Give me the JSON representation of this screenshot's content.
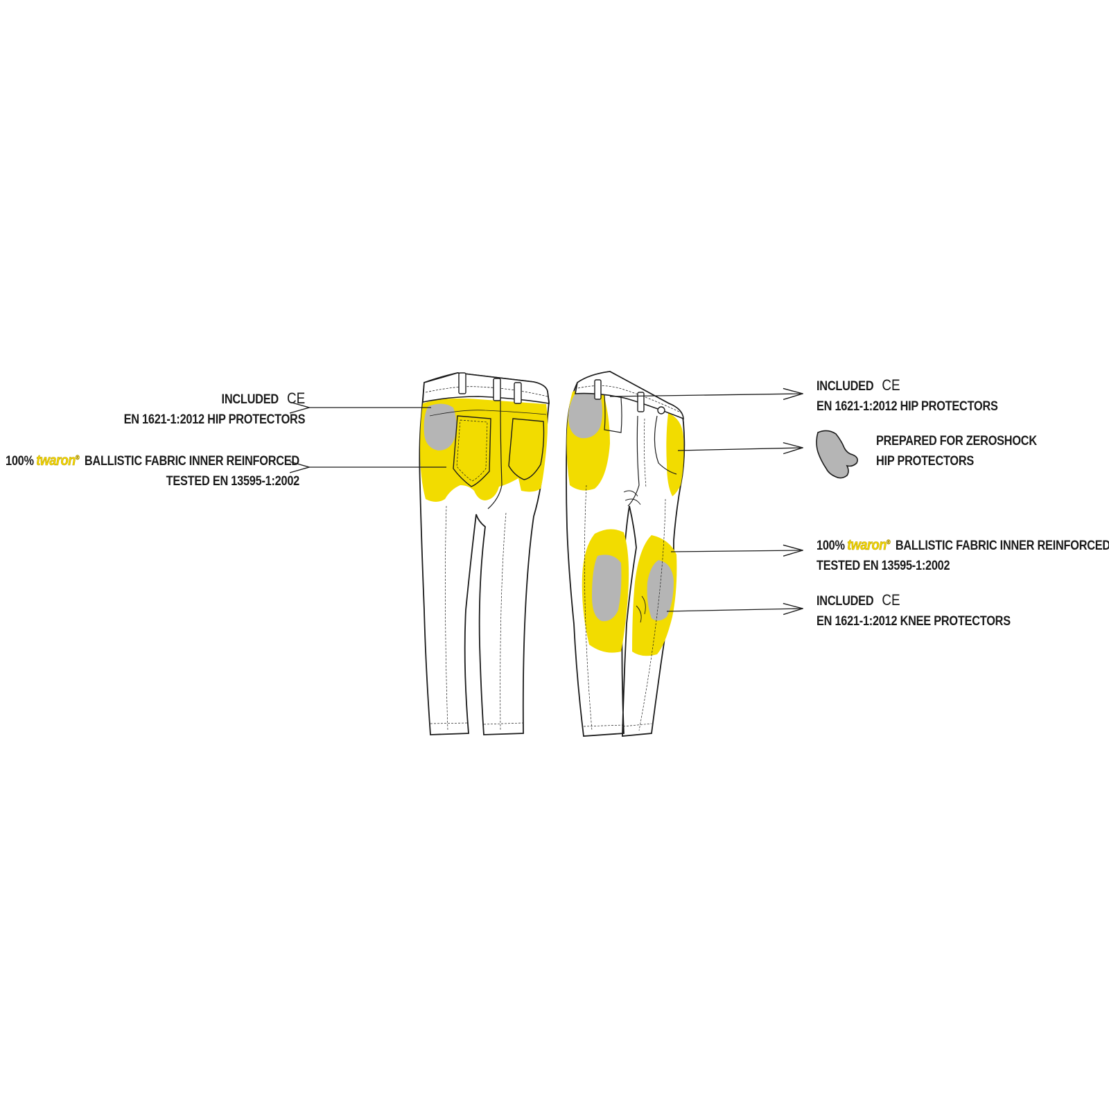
{
  "colors": {
    "ballistic_fabric": "#f2dc00",
    "protector": "#b5b5b5",
    "outline": "#1a1a1a",
    "brand": "#f5d800"
  },
  "icons": {
    "certification": "ce-mark-icon",
    "zeroshock": "zeroshock-protector-icon"
  },
  "back_view": {
    "hip_label": {
      "line1": "INCLUDED",
      "ce": "CE",
      "line2": "EN 1621-1:2012 HIP PROTECTORS"
    },
    "fabric_label": {
      "prefix": "100%",
      "brand": "twaron",
      "reg": "®",
      "suffix": "BALLISTIC FABRIC INNER REINFORCED",
      "line2": "TESTED EN 13595-1:2002"
    }
  },
  "front_view": {
    "hip_label": {
      "line1": "INCLUDED",
      "ce": "CE",
      "line2": "EN 1621-1:2012 HIP PROTECTORS"
    },
    "zeroshock_label": {
      "line1": "PREPARED FOR ZEROSHOCK",
      "line2": "HIP PROTECTORS"
    },
    "fabric_label": {
      "prefix": "100%",
      "brand": "twaron",
      "reg": "®",
      "suffix": "BALLISTIC FABRIC INNER REINFORCED",
      "line2": "TESTED EN 13595-1:2002"
    },
    "knee_label": {
      "line1": "INCLUDED",
      "ce": "CE",
      "line2": "EN 1621-1:2012 KNEE PROTECTORS"
    }
  }
}
